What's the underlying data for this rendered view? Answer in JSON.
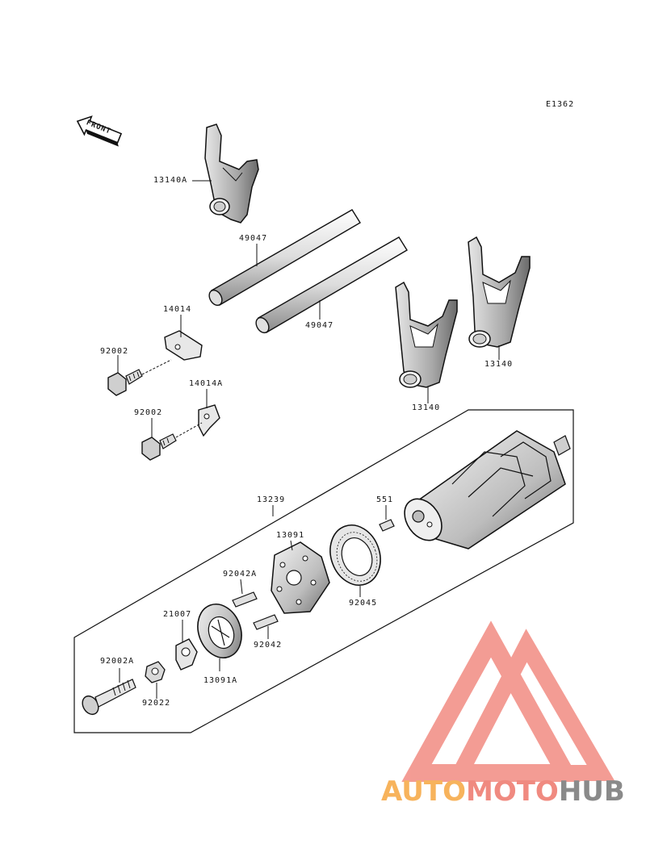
{
  "diagram_code": "E1362",
  "front_arrow_label": "FRONT",
  "labels": {
    "p13140A": "13140A",
    "p49047_top": "49047",
    "p49047_mid": "49047",
    "p14014": "14014",
    "p92002_a": "92002",
    "p14014A": "14014A",
    "p92002_b": "92002",
    "p13140_left": "13140",
    "p13140_right": "13140",
    "p13239": "13239",
    "p551": "551",
    "p13091": "13091",
    "p92042A": "92042A",
    "p92045": "92045",
    "p21007": "21007",
    "p92042": "92042",
    "p92002A": "92002A",
    "p13091A": "13091A",
    "p92022": "92022"
  },
  "watermark": {
    "part1": "AUTO",
    "part2": "MOTO",
    "part3": "HUB",
    "colors": {
      "part1": "#f7b35c",
      "part2": "#f08a80",
      "part3": "#8a8a8a",
      "triangle": "#f28b82"
    }
  }
}
